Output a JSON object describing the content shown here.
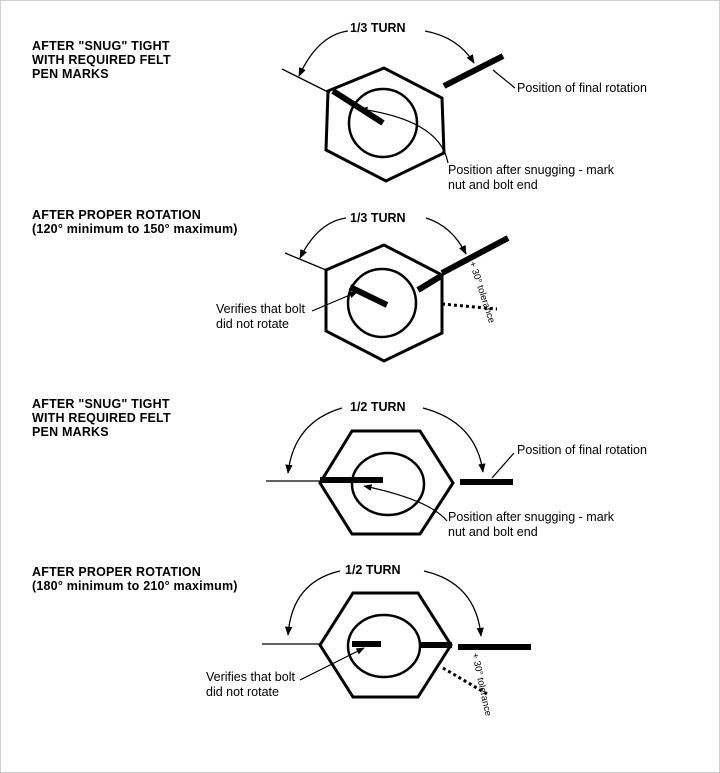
{
  "panels": [
    {
      "heading": [
        "AFTER \"SNUG\" TIGHT",
        "WITH  REQUIRED FELT",
        "PEN MARKS"
      ],
      "turn_label": "1/3 TURN",
      "callout_right": "Position of final rotation",
      "callout_bottom": [
        "Position after snugging - mark",
        "nut and bolt end"
      ]
    },
    {
      "heading": [
        "AFTER PROPER ROTATION",
        "(120° minimum  to 150° maximum)"
      ],
      "turn_label": "1/3 TURN",
      "tolerance": "+ 30° tolerance",
      "callout_left": [
        "Verifies that bolt",
        "did not rotate"
      ]
    },
    {
      "heading": [
        "AFTER \"SNUG\" TIGHT",
        "WITH  REQUIRED FELT",
        "PEN MARKS"
      ],
      "turn_label": "1/2 TURN",
      "callout_right": "Position of final rotation",
      "callout_bottom": [
        "Position after snugging - mark",
        "nut and bolt end"
      ]
    },
    {
      "heading": [
        "AFTER PROPER ROTATION",
        "(180° minimum to 210° maximum)"
      ],
      "turn_label": "1/2  TURN",
      "tolerance": "+ 30° tolerance",
      "callout_left": [
        "Verifies that bolt",
        "did not rotate"
      ]
    }
  ],
  "colors": {
    "ink": "#000000",
    "background": "#ffffff"
  }
}
